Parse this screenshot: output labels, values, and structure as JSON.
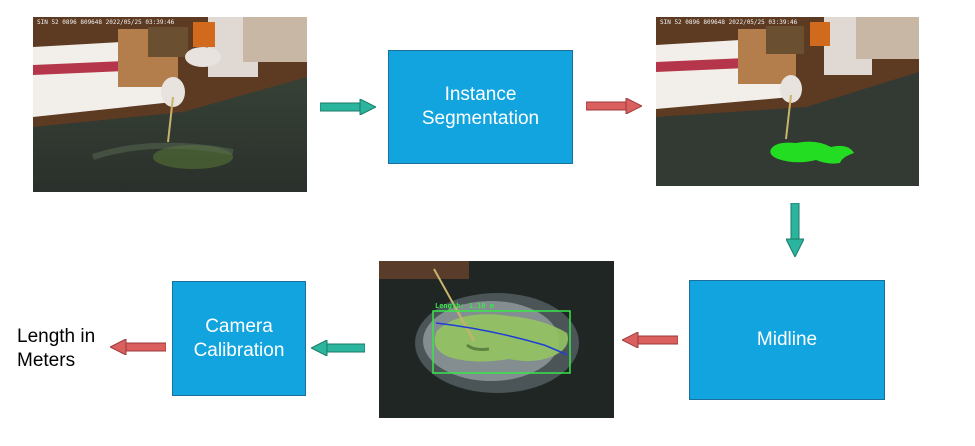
{
  "steps": {
    "instance_segmentation": "Instance\nSegmentation",
    "midline": "Midline",
    "camera_calibration": "Camera\nCalibration",
    "output": "Length in\nMeters"
  },
  "photos": {
    "timestamp_1": "SIN 52 0896 809648 2022/05/25 03:39:46",
    "timestamp_2": "SIN 52 0896 809648 2022/05/25 03:39:46",
    "measurement_text": "Length: 1.10 m"
  },
  "colors": {
    "box_fill": "#12a4df",
    "arrow_teal": "#2bb59e",
    "arrow_red": "#d9605e",
    "mask_green": "#22dd22",
    "midline_blue": "#1f3fd6"
  }
}
